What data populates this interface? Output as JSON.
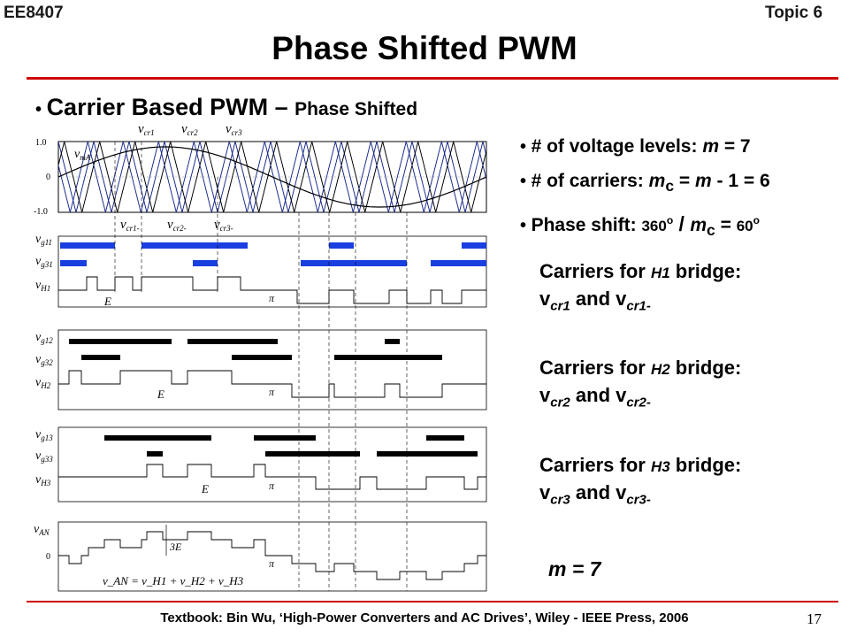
{
  "header": {
    "course": "EE8407",
    "topic": "Topic 6"
  },
  "title": "Phase Shifted PWM",
  "subtitle": {
    "main": "Carrier Based PWM – ",
    "small": "Phase Shifted"
  },
  "bullets": {
    "levels": {
      "prefix": "# of voltage levels:  ",
      "var": "m",
      "suffix": " = 7"
    },
    "carriers": {
      "prefix": "# of carriers: ",
      "var": "m",
      "sub": "c",
      "suffix": " = ",
      "expr_var": "m",
      "expr_rest": " - 1 = 6"
    },
    "shift": {
      "prefix": "Phase shift: ",
      "n1": "360",
      "deg": "o",
      "slash": " / ",
      "var": "m",
      "sub": "c",
      "eq": " = ",
      "n2": "60",
      "deg2": "o"
    }
  },
  "bridges": [
    {
      "line1a": "Carriers for ",
      "bridge": "H1",
      "line1b": " bridge:",
      "v": "v",
      "s1": "cr1",
      "and": " and ",
      "s2": "cr1-"
    },
    {
      "line1a": "Carriers for ",
      "bridge": "H2",
      "line1b": " bridge:",
      "v": "v",
      "s1": "cr2",
      "and": " and ",
      "s2": "cr2-"
    },
    {
      "line1a": "Carriers for ",
      "bridge": "H3",
      "line1b": " bridge:",
      "v": "v",
      "s1": "cr3",
      "and": " and ",
      "s2": "cr3-"
    }
  ],
  "m_label": "m = 7",
  "diagram": {
    "ytick_top": "1.0",
    "ytick_mid": "0",
    "ytick_bot": "-1.0",
    "carrier_labels_top": [
      "v",
      "cr1",
      "v",
      "cr2",
      "v",
      "cr3"
    ],
    "carrier_labels_bot": [
      "v",
      "cr1-",
      "v",
      "cr2-",
      "v",
      "cr3-"
    ],
    "vma": "v",
    "vma_sub": "mA",
    "rows": {
      "g11": "g11",
      "g31": "g31",
      "H1": "H1",
      "g12": "g12",
      "g32": "g32",
      "H2": "H2",
      "g13": "g13",
      "g33": "g33",
      "H3": "H3",
      "AN": "AN"
    },
    "E": "E",
    "pi": "π",
    "threeE": "3E",
    "zero": "0",
    "eqn": "v_AN = v_H1 + v_H2 + v_H3"
  },
  "footer": "Textbook: Bin Wu, ‘High-Power Converters and AC Drives’, Wiley - IEEE Press, 2006",
  "page": "17",
  "colors": {
    "accent_red": "#cc0000",
    "gate_blue": "#1a3fe0",
    "carrier_blue": "#1a2a8a"
  }
}
